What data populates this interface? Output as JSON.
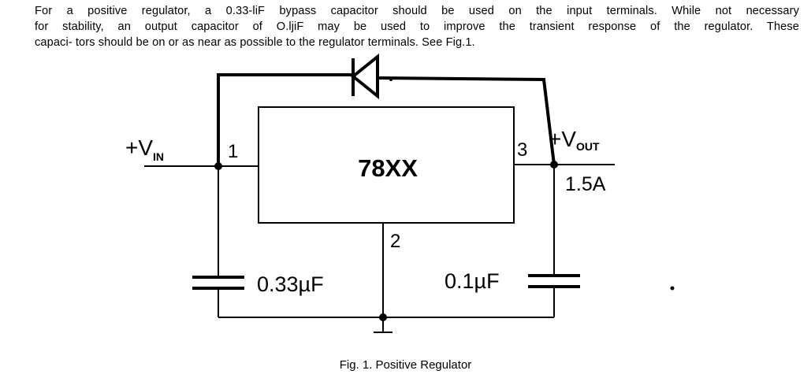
{
  "paragraph": {
    "line1": "For a positive  regulator, a 0.33-liF bypass capacitor should be used  on  the input  terminals. While not necessary",
    "line2": "for stability, an output capacitor of O.ljiF may be used to improve the transient response of the regulator. These",
    "line3": "capaci- tors should be on or as near as possible to the regulator terminals. See Fig.1."
  },
  "diagram": {
    "vin_plus": "+V",
    "vin_sub": "IN",
    "vout_plus": "+V",
    "vout_sub": "OUT",
    "pin1": "1",
    "pin2": "2",
    "pin3": "3",
    "regulator": "78XX",
    "current": "1.5A",
    "cap_in": "0.33µF",
    "cap_out": "0.1µF"
  },
  "caption": "Fig. 1. Positive Regulator",
  "colors": {
    "line": "#000000",
    "background": "#ffffff"
  }
}
